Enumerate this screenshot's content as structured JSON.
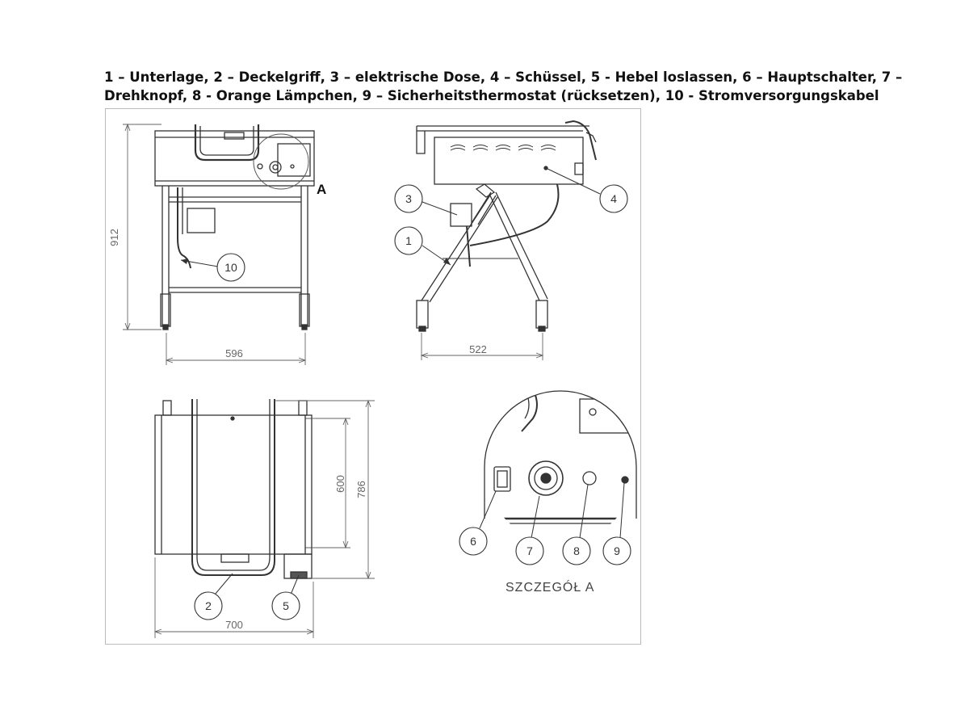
{
  "legend": {
    "line1": "1 – Unterlage, 2 – Deckelgriff, 3 – elektrische Dose, 4 – Schüssel, 5 - Hebel loslassen, 6 – Hauptschalter, 7 –",
    "line2": "Drehknopf, 8 - Orange Lämpchen, 9 – Sicherheitsthermostat (rücksetzen), 10 - Stromversorgungskabel"
  },
  "dimensions": {
    "front_height": "912",
    "front_width": "596",
    "side_width": "522",
    "top_depth_inner": "600",
    "top_depth_outer": "786",
    "top_width": "700"
  },
  "detail_marker": "A",
  "detail_title": "SZCZEGÓŁ A",
  "callouts": [
    "1",
    "2",
    "3",
    "4",
    "5",
    "6",
    "7",
    "8",
    "9",
    "10"
  ]
}
